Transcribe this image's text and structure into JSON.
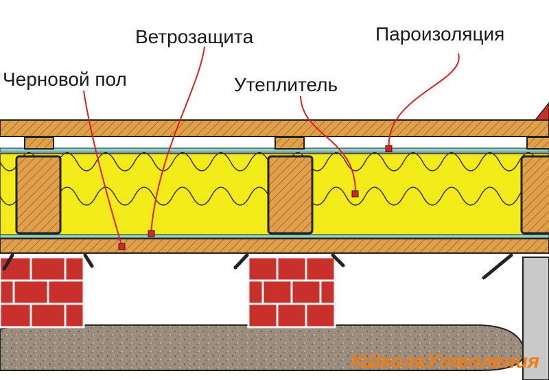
{
  "labels": {
    "windproof": "Ветрозащита",
    "vapor_barrier": "Пароизоляция",
    "subfloor": "Черновой пол",
    "insulation": "Утеплитель"
  },
  "watermark": "#ШколаУтепления",
  "colors": {
    "wood": "#e0a04a",
    "wood_hatch": "#8a5a20",
    "insulation": "#f3ea1a",
    "brick": "#c8302c",
    "mortar": "#f4f4f4",
    "membrane": "#8fd3c8",
    "ground": "#9a8d7e",
    "callout": "#dd2020",
    "post": "#c9c9c9"
  },
  "icons": [
    "callout-marker-icon"
  ]
}
